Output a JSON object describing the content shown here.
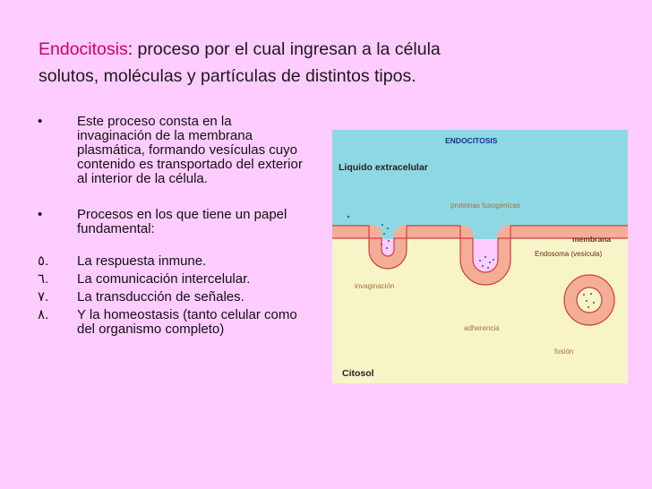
{
  "title": {
    "term": "Endocitosis",
    "rest": ": proceso por el cual ingresan a la célula",
    "line2": "solutos, moléculas y partículas de distintos tipos."
  },
  "bullets": [
    {
      "marker": "•",
      "text": "Este proceso consta en la invaginación de la membrana plasmática, formando vesículas cuyo contenido es transportado del exterior al interior de la célula."
    },
    {
      "marker": "•",
      "text": "Procesos en los que tiene un papel fundamental:"
    }
  ],
  "numbered": [
    {
      "marker": "٥.",
      "text": "La respuesta inmune."
    },
    {
      "marker": "٦.",
      "text": "La comunicación intercelular."
    },
    {
      "marker": "٧.",
      "text": "La transducción de señales."
    },
    {
      "marker": "٨.",
      "text": "Y la homeostasis (tanto celular como del organismo completo)"
    }
  ],
  "diagram": {
    "title": "ENDOCITOSIS",
    "labels": {
      "extracellular": "Liquido extracelular",
      "proteins": "proteinas fusogénicas",
      "membrane": "membrana",
      "endosome": "Endosoma (vesícula)",
      "invagination": "invaginación",
      "adherence": "adherencia",
      "fusion": "fusión",
      "cytosol": "Citosol"
    },
    "colors": {
      "extracellular": "#8ED8E4",
      "cytosol": "#F7F4C8",
      "membrane_fill": "#F4AE98",
      "membrane_edge": "#D23C3C",
      "title": "#1C2D8C",
      "label_dark": "#6B2C18",
      "label_light": "#A8703C",
      "particles": "#2E5E5E"
    }
  }
}
